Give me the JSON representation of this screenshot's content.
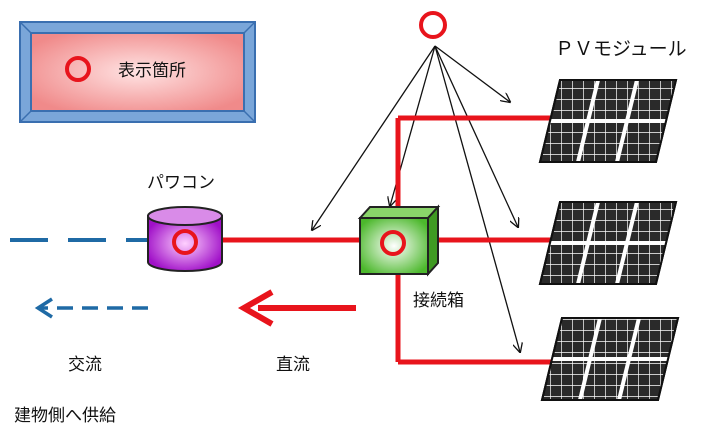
{
  "legend": {
    "label": "表示箇所"
  },
  "labels": {
    "pv_module": "ＰＶモジュール",
    "power_conditioner": "パワコン",
    "junction_box": "接続箱",
    "ac": "交流",
    "dc": "直流",
    "supply": "建物側へ供給"
  },
  "colors": {
    "dc_line": "#e8141c",
    "ac_line": "#1f6aa5",
    "marker": "#e8141c",
    "legend_fill": "#f4a3a3",
    "legend_border": "#3a6fb0",
    "pcs_fill": "#b21fd6",
    "box_fill": "#66cc44",
    "panel_fill": "#2a2a2a"
  },
  "icons": [
    "indicator-circle-icon",
    "power-conditioner-icon",
    "junction-box-icon",
    "solar-panel-icon",
    "arrow-left-icon"
  ]
}
